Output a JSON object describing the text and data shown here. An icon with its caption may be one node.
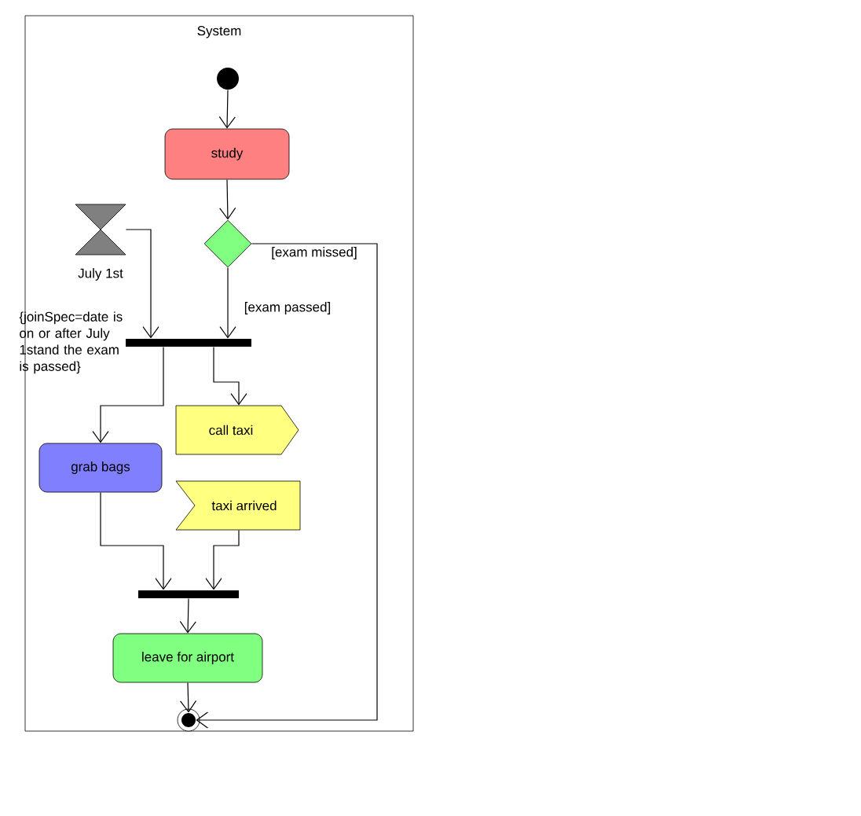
{
  "diagram": {
    "nodes": [
      {
        "text": [
          "System"
        ]
      },
      {
        "text": [],
        "shape": "circle",
        "in": 0
      },
      {
        "text": [
          "study"
        ],
        "in": 0
      },
      {
        "text": [],
        "shape": "diamond",
        "in": 0
      },
      {
        "text": [
          "July 1st"
        ],
        "in": 0
      },
      {
        "text": [],
        "shape": "bar",
        "in": 0,
        "beside": [
          "{joinSpec=date is on or after July 1stand the exam is passed}"
        ]
      },
      {
        "text": [
          "call taxi"
        ],
        "in": 0
      },
      {
        "text": [
          "grab bags"
        ],
        "in": 0
      },
      {
        "text": [
          "taxi arrived"
        ],
        "in": 0
      },
      {
        "text": [],
        "shape": "bar",
        "in": 0
      },
      {
        "text": [
          "leave for airport"
        ],
        "in": 0
      },
      {
        "text": [],
        "shape": "circle",
        "in": 0
      }
    ],
    "edges": [
      {
        "from": 1,
        "to": 2,
        "arrow": "to"
      },
      {
        "from": 2,
        "to": 3,
        "arrow": "to"
      },
      {
        "from": 3,
        "to": 11,
        "arrow": "to",
        "label": "[exam missed]"
      },
      {
        "from": 3,
        "to": 5,
        "arrow": "to",
        "label": "[exam passed]"
      },
      {
        "from": 4,
        "to": 5,
        "arrow": "to"
      },
      {
        "from": 5,
        "to": 7,
        "arrow": "to"
      },
      {
        "from": 5,
        "to": 6,
        "arrow": "to"
      },
      {
        "from": 7,
        "to": 9,
        "arrow": "to"
      },
      {
        "from": 8,
        "to": 9,
        "arrow": "to"
      },
      {
        "from": 9,
        "to": 10,
        "arrow": "to"
      },
      {
        "from": 10,
        "to": 11,
        "arrow": "to"
      }
    ]
  }
}
